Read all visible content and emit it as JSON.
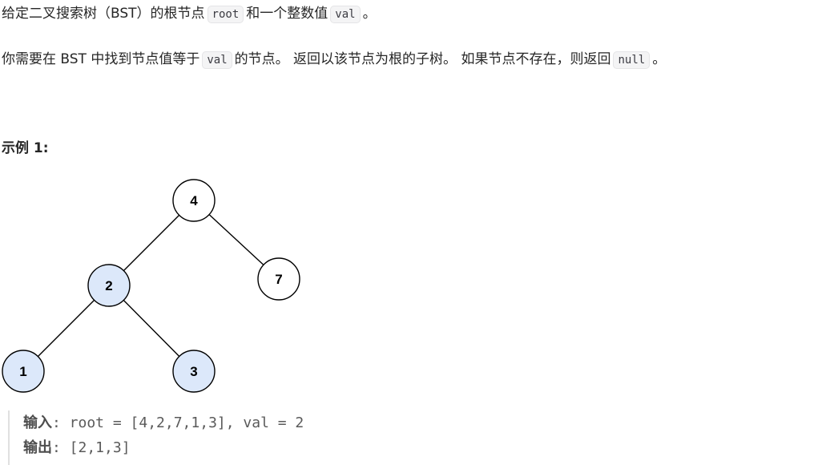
{
  "description": {
    "line1": {
      "before": "给定二叉搜索树（BST）的根节点",
      "code1": "root",
      "middle": "和一个整数值",
      "code2": "val",
      "after": "。"
    },
    "line2": {
      "before": "你需要在 BST 中找到节点值等于",
      "code1": "val",
      "middle": "的节点。 返回以该节点为根的子树。 如果节点不存在，则返回",
      "code2": "null",
      "after": "。"
    }
  },
  "example": {
    "title": "示例 1:",
    "input_label": "输入",
    "input_value": ": root = [4,2,7,1,3], val = 2",
    "output_label": "输出",
    "output_value": ": [2,1,3]"
  },
  "tree": {
    "nodes": [
      {
        "id": "n4",
        "label": "4",
        "highlighted": false
      },
      {
        "id": "n2",
        "label": "2",
        "highlighted": true
      },
      {
        "id": "n7",
        "label": "7",
        "highlighted": false
      },
      {
        "id": "n1",
        "label": "1",
        "highlighted": true
      },
      {
        "id": "n3",
        "label": "3",
        "highlighted": true
      }
    ],
    "edges": [
      [
        "n4",
        "n2"
      ],
      [
        "n4",
        "n7"
      ],
      [
        "n2",
        "n1"
      ],
      [
        "n2",
        "n3"
      ]
    ],
    "colors": {
      "highlight_fill": "#dce8fa",
      "normal_fill": "#ffffff",
      "stroke": "#000000"
    }
  }
}
